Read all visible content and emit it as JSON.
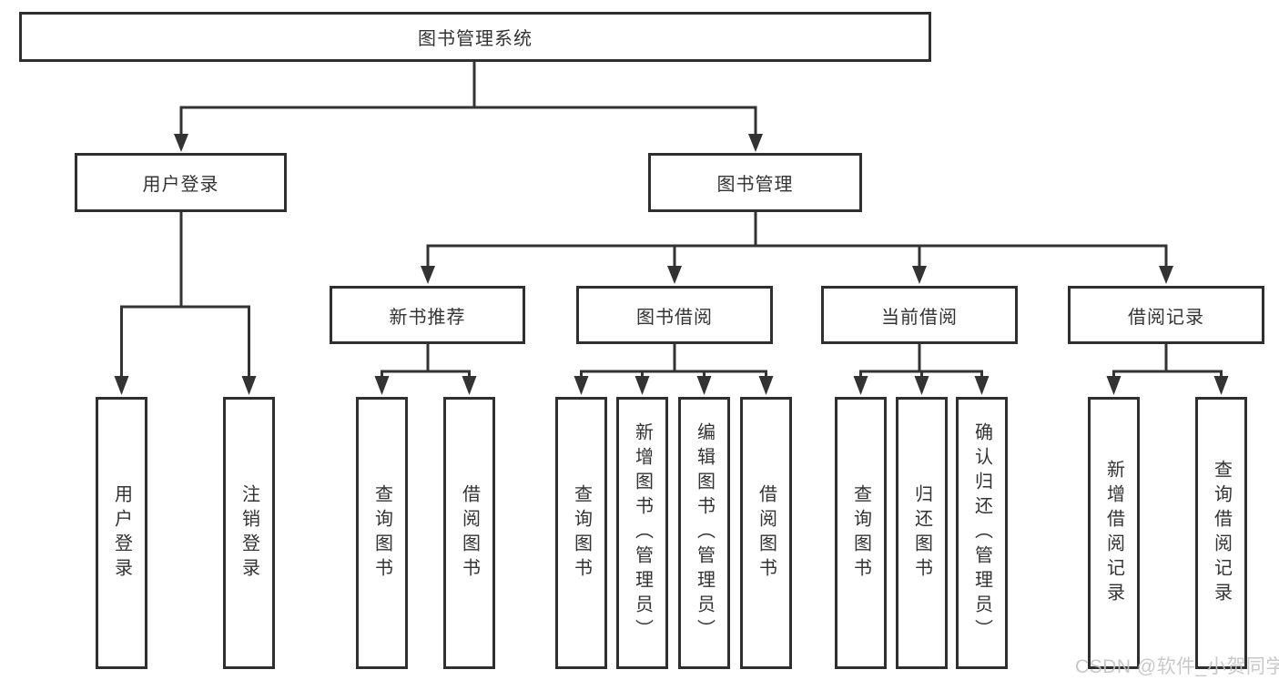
{
  "diagram": {
    "title_node": "图书管理系统",
    "branches": {
      "user_login": {
        "label": "用户登录",
        "children": [
          "用户登录",
          "注销登录"
        ]
      },
      "book_mgmt": {
        "label": "图书管理"
      }
    },
    "modules": {
      "new_books": {
        "label": "新书推荐",
        "children": [
          "查询图书",
          "借阅图书"
        ]
      },
      "borrowing": {
        "label": "图书借阅",
        "children": [
          "查询图书",
          "新增图书（管理员）",
          "编辑图书（管理员）",
          "借阅图书"
        ]
      },
      "current_borrow": {
        "label": "当前借阅",
        "children": [
          "查询图书",
          "归还图书",
          "确认归还（管理员）"
        ]
      },
      "borrow_records": {
        "label": "借阅记录",
        "children": [
          "新增借阅记录",
          "查询借阅记录"
        ]
      }
    }
  },
  "watermark": "CSDN @软件_小贺同学",
  "colors": {
    "line": "#333333",
    "box_border": "#2f2f2f",
    "text": "#333333",
    "watermark": "#c3c3c3",
    "background": "#ffffff"
  }
}
